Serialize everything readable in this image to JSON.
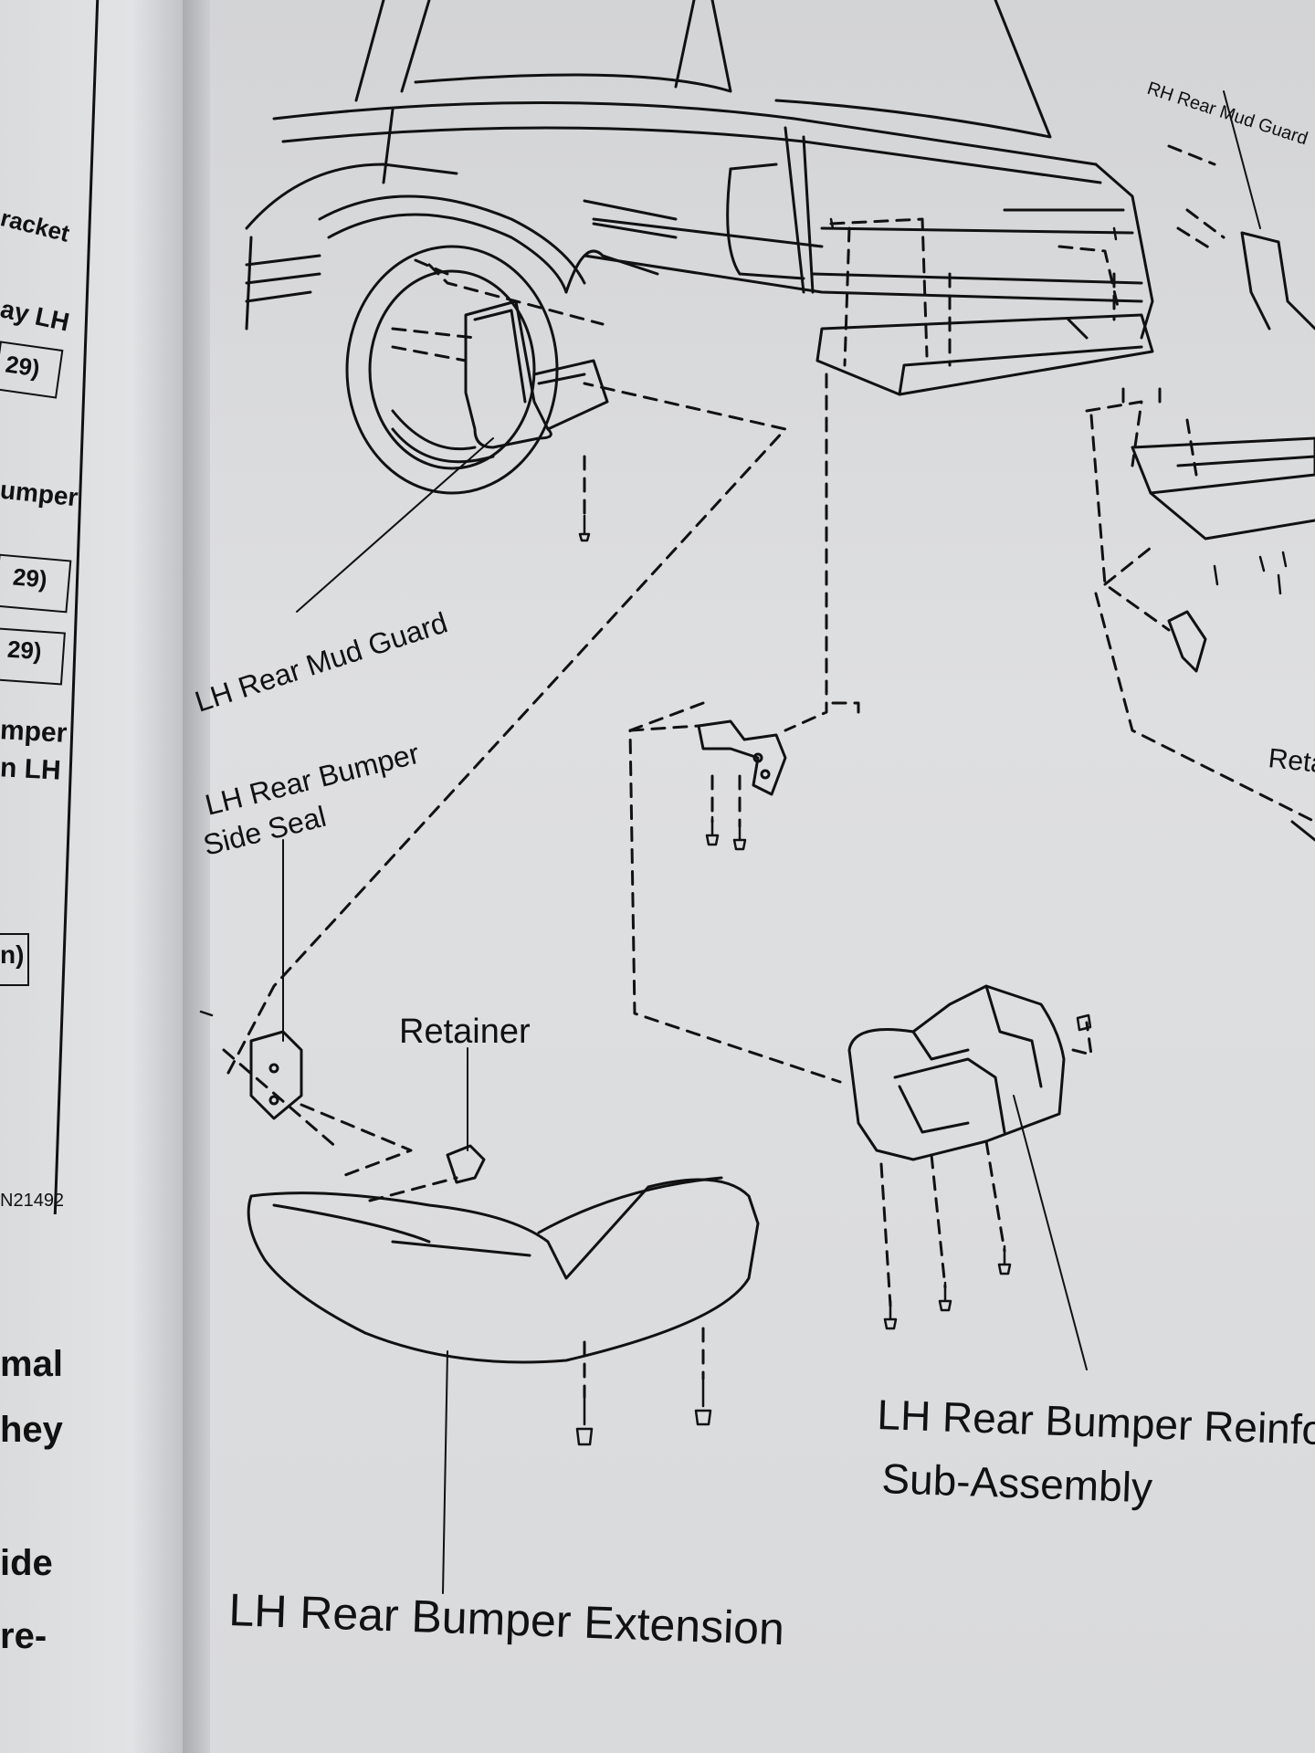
{
  "left_page": {
    "fragments": [
      {
        "id": "f1",
        "text": "racket"
      },
      {
        "id": "f2",
        "text": "ay LH"
      },
      {
        "id": "f3",
        "text": "29)"
      },
      {
        "id": "f4",
        "text": "umper"
      },
      {
        "id": "f5",
        "text": "29)"
      },
      {
        "id": "f6",
        "text": "29)"
      },
      {
        "id": "f7",
        "text": "mper"
      },
      {
        "id": "f8",
        "text": "n LH"
      },
      {
        "id": "f9",
        "text": "n)"
      },
      {
        "id": "f10",
        "text": "N21492"
      },
      {
        "id": "f11",
        "text": "mal"
      },
      {
        "id": "f12",
        "text": "hey"
      },
      {
        "id": "f13",
        "text": "ide"
      },
      {
        "id": "f14",
        "text": "re-"
      }
    ]
  },
  "diagram": {
    "labels": {
      "rh_mud_guard": "RH Rear Mud Guard",
      "lh_mud_guard": "LH Rear Mud Guard",
      "side_seal_1": "LH Rear Bumper",
      "side_seal_2": "Side Seal",
      "retainer": "Retainer",
      "reinforcement": "LH Rear Bumper  Reinfo",
      "sub_assembly": "Sub-Assembly",
      "extension": "LH Rear Bumper Extension",
      "reta_fragment": "Reta"
    }
  }
}
